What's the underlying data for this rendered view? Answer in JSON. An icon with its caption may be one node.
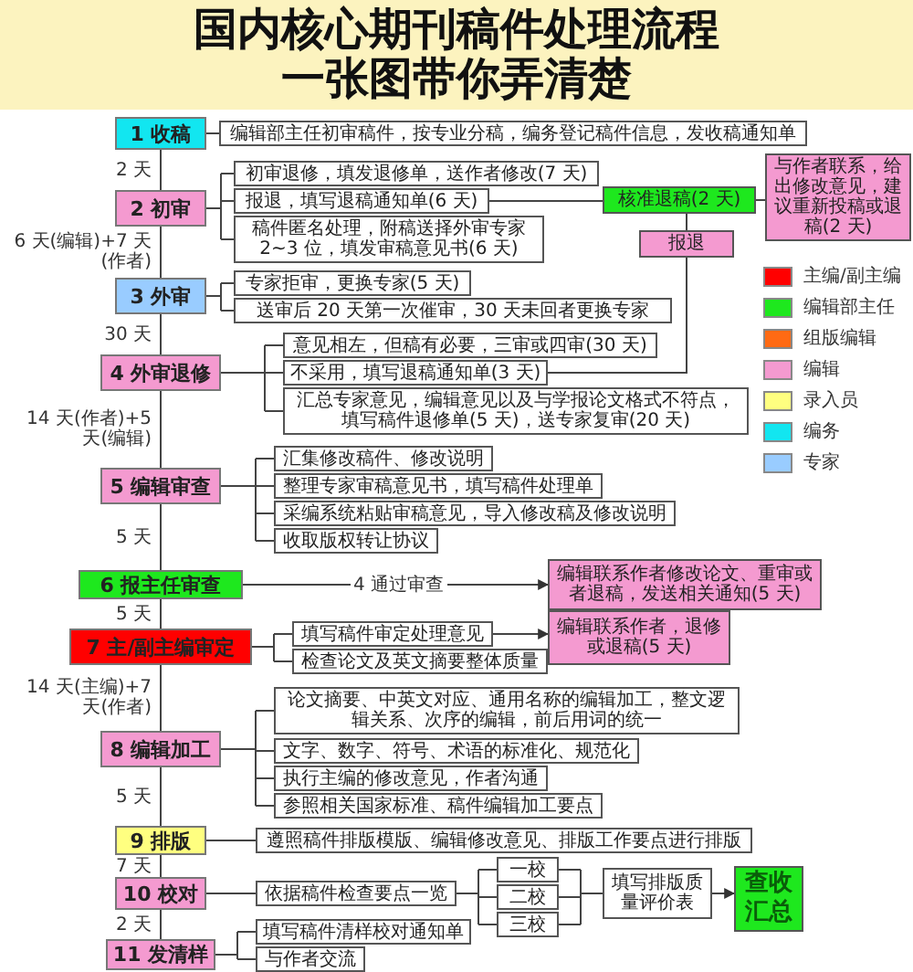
{
  "diagram": {
    "title": "国内核心期刊稿件处理流程一张图带你弄清楚",
    "nodes": [
      {
        "text": [
          "1 收稿"
        ]
      },
      {
        "text": [
          "编辑部主任初审稿件，按专业分稿，编务登记稿件信息，发收稿通知单"
        ]
      },
      {
        "text": [
          "2 初审"
        ]
      },
      {
        "text": [
          "初审退修，填发退修单，送作者修改(7 天)"
        ]
      },
      {
        "text": [
          "报退，填写退稿通知单(6 天)"
        ]
      },
      {
        "text": [
          "稿件匿名处理，附稿送择外审专家 2~3 位，填发审稿意见书(6 天)"
        ]
      },
      {
        "text": [
          "核准退稿(2 天)"
        ]
      },
      {
        "text": [
          "与作者联系，给出修改意见，建议重新投稿或退稿(2 天)"
        ]
      },
      {
        "text": [
          "报退"
        ]
      },
      {
        "text": [
          "3 外审"
        ]
      },
      {
        "text": [
          "专家拒审，更换专家(5 天)"
        ]
      },
      {
        "text": [
          "送审后 20 天第一次催审，30 天未回者更换专家"
        ]
      },
      {
        "text": [
          "4 外审退修"
        ]
      },
      {
        "text": [
          "意见相左，但稿有必要，三审或四审(30 天)"
        ]
      },
      {
        "text": [
          "不采用，填写退稿通知单(3 天)"
        ]
      },
      {
        "text": [
          "汇总专家意见，编辑意见以及与学报论文格式不符点，填写稿件退修单(5 天)，送专家复审(20 天)"
        ]
      },
      {
        "text": [
          "5 编辑审查"
        ]
      },
      {
        "text": [
          "汇集修改稿件、修改说明"
        ]
      },
      {
        "text": [
          "整理专家审稿意见书，填写稿件处理单"
        ]
      },
      {
        "text": [
          "采编系统粘贴审稿意见，导入修改稿及修改说明"
        ]
      },
      {
        "text": [
          "收取版权转让协议"
        ]
      },
      {
        "text": [
          "6 报主任审查"
        ]
      },
      {
        "text": [
          "编辑联系作者修改论文、重审或者退稿，发送相关通知(5 天)"
        ]
      },
      {
        "text": [
          "7 主/副主编审定"
        ]
      },
      {
        "text": [
          "填写稿件审定处理意见"
        ]
      },
      {
        "text": [
          "检查论文及英文摘要整体质量"
        ]
      },
      {
        "text": [
          "编辑联系作者，退修或退稿(5 天)"
        ]
      },
      {
        "text": [
          "8 编辑加工"
        ]
      },
      {
        "text": [
          "论文摘要、中英文对应、通用名称的编辑加工，整文逻辑关系、次序的编辑，前后用词的统一"
        ]
      },
      {
        "text": [
          "文字、数字、符号、术语的标准化、规范化"
        ]
      },
      {
        "text": [
          "执行主编的修改意见，作者沟通"
        ]
      },
      {
        "text": [
          "参照相关国家标准、稿件编辑加工要点"
        ]
      },
      {
        "text": [
          "9 排版"
        ]
      },
      {
        "text": [
          "遵照稿件排版模版、编辑修改意见、排版工作要点进行排版"
        ]
      },
      {
        "text": [
          "10 校对"
        ]
      },
      {
        "text": [
          "依据稿件检查要点一览"
        ]
      },
      {
        "text": [
          "一校"
        ]
      },
      {
        "text": [
          "二校"
        ]
      },
      {
        "text": [
          "三校"
        ]
      },
      {
        "text": [
          "填写排版质量评价表"
        ]
      },
      {
        "text": [
          "查收汇总"
        ]
      },
      {
        "text": [
          "11 发清样"
        ]
      },
      {
        "text": [
          "填写稿件清样校对通知单"
        ]
      },
      {
        "text": [
          "与作者交流"
        ]
      }
    ],
    "edges": [
      {
        "from": 0,
        "to": 2,
        "arrow": "none",
        "label": "2 天"
      },
      {
        "from": 2,
        "to": 9,
        "arrow": "none",
        "label": "6 天(编辑)+7 天(作者)"
      },
      {
        "from": 9,
        "to": 12,
        "arrow": "none",
        "label": "30 天"
      },
      {
        "from": 12,
        "to": 16,
        "arrow": "none",
        "label": "14 天(作者)+5 天(编辑)"
      },
      {
        "from": 16,
        "to": 21,
        "arrow": "none",
        "label": "5 天"
      },
      {
        "from": 21,
        "to": 23,
        "arrow": "none",
        "label": "5 天"
      },
      {
        "from": 23,
        "to": 27,
        "arrow": "none",
        "label": "14 天(主编)+7 天(作者)"
      },
      {
        "from": 27,
        "to": 32,
        "arrow": "none",
        "label": "5 天"
      },
      {
        "from": 32,
        "to": 34,
        "arrow": "none",
        "label": "7 天"
      },
      {
        "from": 34,
        "to": 41,
        "arrow": "none",
        "label": "2 天"
      },
      {
        "from": 0,
        "to": 1,
        "arrow": "none"
      },
      {
        "from": 2,
        "to": 3,
        "arrow": "none"
      },
      {
        "from": 2,
        "to": 4,
        "arrow": "none"
      },
      {
        "from": 2,
        "to": 5,
        "arrow": "none"
      },
      {
        "from": 4,
        "to": 6,
        "arrow": "none"
      },
      {
        "from": 6,
        "to": 7,
        "arrow": "none"
      },
      {
        "from": 6,
        "to": 8,
        "arrow": "none"
      },
      {
        "from": 14,
        "to": 8,
        "arrow": "none"
      },
      {
        "from": 9,
        "to": 10,
        "arrow": "none"
      },
      {
        "from": 9,
        "to": 11,
        "arrow": "none"
      },
      {
        "from": 12,
        "to": 13,
        "arrow": "none"
      },
      {
        "from": 12,
        "to": 14,
        "arrow": "none"
      },
      {
        "from": 12,
        "to": 15,
        "arrow": "none"
      },
      {
        "from": 16,
        "to": 17,
        "arrow": "none"
      },
      {
        "from": 16,
        "to": 18,
        "arrow": "none"
      },
      {
        "from": 16,
        "to": 19,
        "arrow": "none"
      },
      {
        "from": 16,
        "to": 20,
        "arrow": "none"
      },
      {
        "from": 21,
        "to": 22,
        "arrow": "to",
        "label": "4 通过审查"
      },
      {
        "from": 23,
        "to": 24,
        "arrow": "none"
      },
      {
        "from": 23,
        "to": 25,
        "arrow": "none"
      },
      {
        "from": 24,
        "to": 26,
        "arrow": "to"
      },
      {
        "from": 27,
        "to": 28,
        "arrow": "none"
      },
      {
        "from": 27,
        "to": 29,
        "arrow": "none"
      },
      {
        "from": 27,
        "to": 30,
        "arrow": "none"
      },
      {
        "from": 27,
        "to": 31,
        "arrow": "none"
      },
      {
        "from": 32,
        "to": 33,
        "arrow": "none"
      },
      {
        "from": 34,
        "to": 35,
        "arrow": "none"
      },
      {
        "from": 35,
        "to": 36,
        "arrow": "none"
      },
      {
        "from": 35,
        "to": 37,
        "arrow": "none"
      },
      {
        "from": 35,
        "to": 38,
        "arrow": "none"
      },
      {
        "from": 36,
        "to": 39,
        "arrow": "none"
      },
      {
        "from": 37,
        "to": 39,
        "arrow": "none"
      },
      {
        "from": 38,
        "to": 39,
        "arrow": "none"
      },
      {
        "from": 39,
        "to": 40,
        "arrow": "to"
      },
      {
        "from": 41,
        "to": 42,
        "arrow": "none"
      },
      {
        "from": 41,
        "to": 43,
        "arrow": "none"
      }
    ],
    "legend": [
      {
        "text": "主编/副主编",
        "color": "#ff0000"
      },
      {
        "text": "编辑部主任",
        "color": "#1ee81e"
      },
      {
        "text": "组版编辑",
        "color": "#ff6a13"
      },
      {
        "text": "编辑",
        "color": "#f49ad0"
      },
      {
        "text": "录入员",
        "color": "#ffff80"
      },
      {
        "text": "编务",
        "color": "#12e6f0"
      },
      {
        "text": "专家",
        "color": "#99ccff"
      }
    ]
  }
}
